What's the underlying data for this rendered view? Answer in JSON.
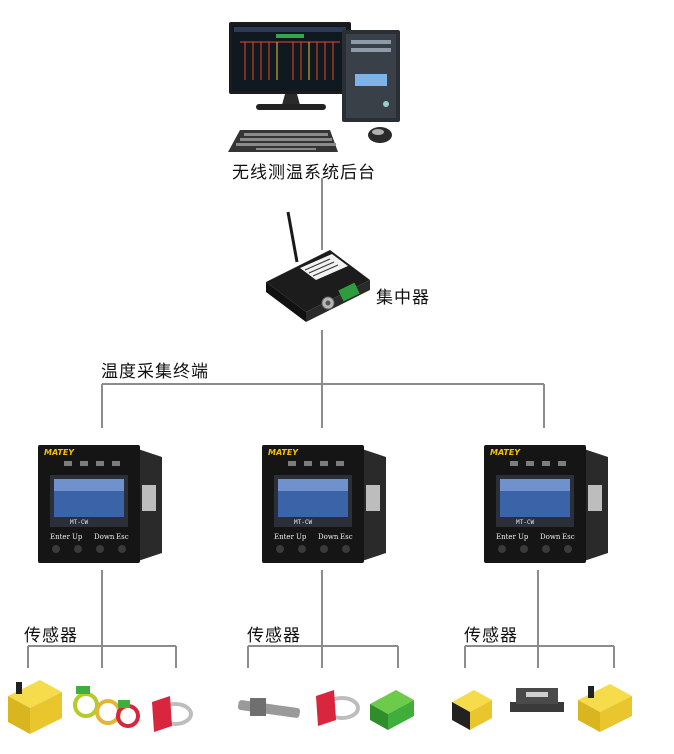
{
  "labels": {
    "backend": "无线测温系统后台",
    "concentrator": "集中器",
    "terminal_group": "温度采集终端",
    "sensors": "传感器"
  },
  "terminal": {
    "brand": "MATEY",
    "model": "MT-CW",
    "buttons": [
      "Enter",
      "Up",
      "Down",
      "Esc"
    ]
  },
  "colors": {
    "line": "#8c8c8c",
    "sensor_yellow": "#f3d23a",
    "sensor_red": "#d7263d",
    "sensor_green": "#3fae3a",
    "screen_blue": "#3a63a8"
  },
  "icons": {
    "computer": "desktop-computer-icon",
    "concentrator": "wireless-concentrator-icon",
    "terminal": "temperature-terminal-icon"
  }
}
